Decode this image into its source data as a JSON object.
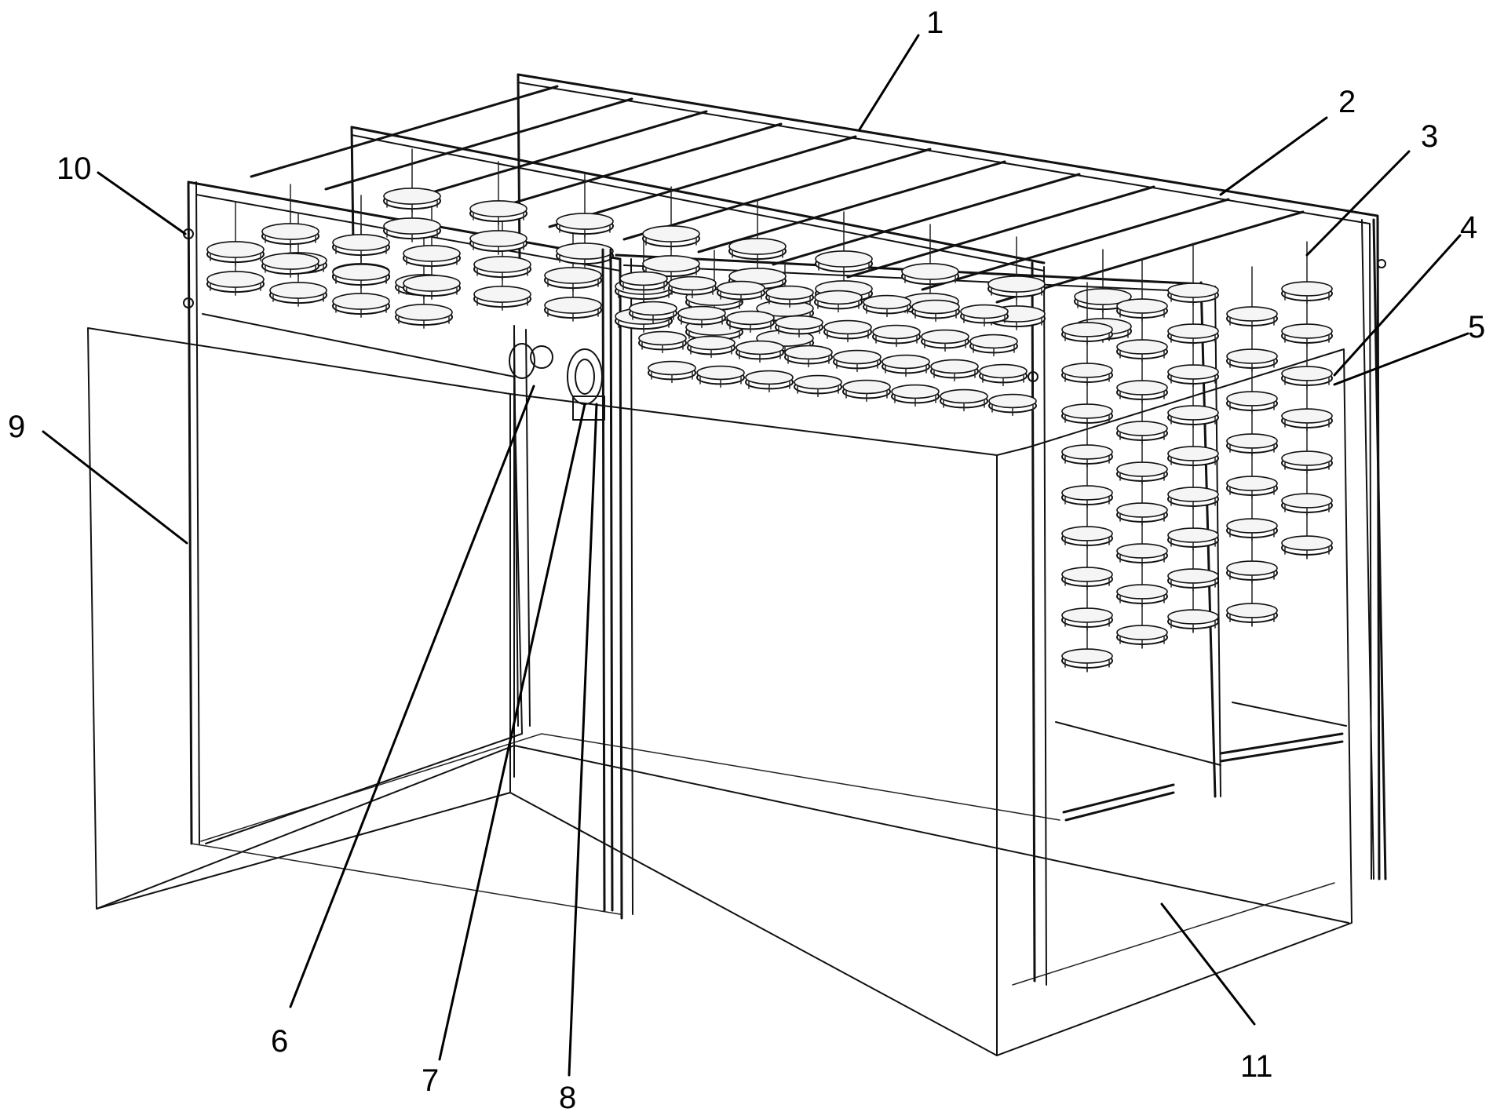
{
  "diagram": {
    "labels": [
      {
        "id": "1",
        "text": "1"
      },
      {
        "id": "2",
        "text": "2"
      },
      {
        "id": "3",
        "text": "3"
      },
      {
        "id": "4",
        "text": "4"
      },
      {
        "id": "5",
        "text": "5"
      },
      {
        "id": "6",
        "text": "6"
      },
      {
        "id": "7",
        "text": "7"
      },
      {
        "id": "8",
        "text": "8"
      },
      {
        "id": "9",
        "text": "9"
      },
      {
        "id": "10",
        "text": "10"
      },
      {
        "id": "11",
        "text": "11"
      }
    ],
    "colors": {
      "line": "#111111",
      "background": "#ffffff"
    }
  }
}
